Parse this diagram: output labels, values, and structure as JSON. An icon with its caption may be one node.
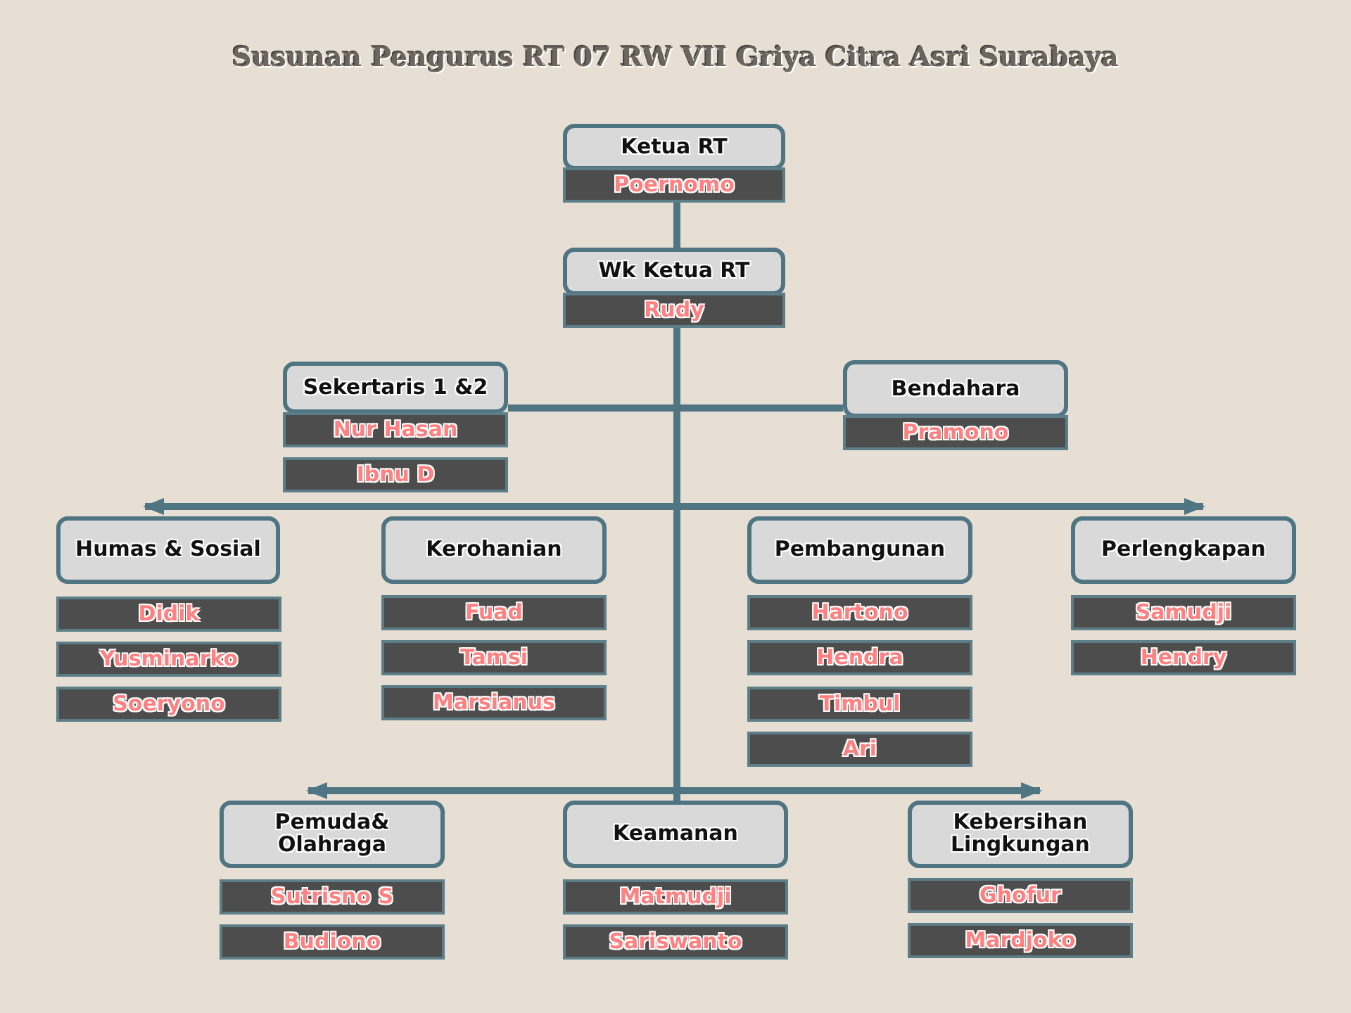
{
  "diagram": {
    "title": "Susunan Pengurus RT 07 RW VII Griya Citra Asri Surabaya",
    "nodes": [
      {
        "text": [
          "Ketua RT"
        ]
      },
      {
        "text": [
          "Poernomo"
        ]
      },
      {
        "text": [
          "Wk Ketua RT"
        ]
      },
      {
        "text": [
          "Rudy"
        ]
      },
      {
        "text": [
          "Sekertaris 1 &2"
        ]
      },
      {
        "text": [
          "Nur Hasan"
        ]
      },
      {
        "text": [
          "Ibnu D"
        ]
      },
      {
        "text": [
          "Bendahara"
        ]
      },
      {
        "text": [
          "Pramono"
        ]
      },
      {
        "text": [
          "Humas & Sosial"
        ]
      },
      {
        "text": [
          "Didik"
        ]
      },
      {
        "text": [
          "Yusminarko"
        ]
      },
      {
        "text": [
          "Soeryono"
        ]
      },
      {
        "text": [
          "Kerohanian"
        ]
      },
      {
        "text": [
          "Fuad"
        ]
      },
      {
        "text": [
          "Tamsi"
        ]
      },
      {
        "text": [
          "Marsianus"
        ]
      },
      {
        "text": [
          "Pembangunan"
        ]
      },
      {
        "text": [
          "Hartono"
        ]
      },
      {
        "text": [
          "Hendra"
        ]
      },
      {
        "text": [
          "Timbul"
        ]
      },
      {
        "text": [
          "Ari"
        ]
      },
      {
        "text": [
          "Perlengkapan"
        ]
      },
      {
        "text": [
          "Samudji"
        ]
      },
      {
        "text": [
          "Hendry"
        ]
      },
      {
        "text": [
          "Pemuda& Olahraga"
        ]
      },
      {
        "text": [
          "Sutrisno S"
        ]
      },
      {
        "text": [
          "Budiono"
        ]
      },
      {
        "text": [
          "Keamanan"
        ]
      },
      {
        "text": [
          "Matmudji"
        ]
      },
      {
        "text": [
          "Sariswanto"
        ]
      },
      {
        "text": [
          "Kebersihan Lingkungan"
        ]
      },
      {
        "text": [
          "Ghofur"
        ]
      },
      {
        "text": [
          "Mardjoko"
        ]
      }
    ],
    "edges": [
      {
        "from": 1,
        "to": 2,
        "arrow": "none"
      },
      {
        "from": 3,
        "to": 4,
        "arrow": "none"
      },
      {
        "from": 3,
        "to": 7,
        "arrow": "none"
      },
      {
        "from": 3,
        "to": 9,
        "arrow": "to"
      },
      {
        "from": 3,
        "to": 22,
        "arrow": "to"
      },
      {
        "from": 3,
        "to": 25,
        "arrow": "to"
      },
      {
        "from": 3,
        "to": 28,
        "arrow": "none"
      },
      {
        "from": 3,
        "to": 31,
        "arrow": "to"
      }
    ]
  }
}
